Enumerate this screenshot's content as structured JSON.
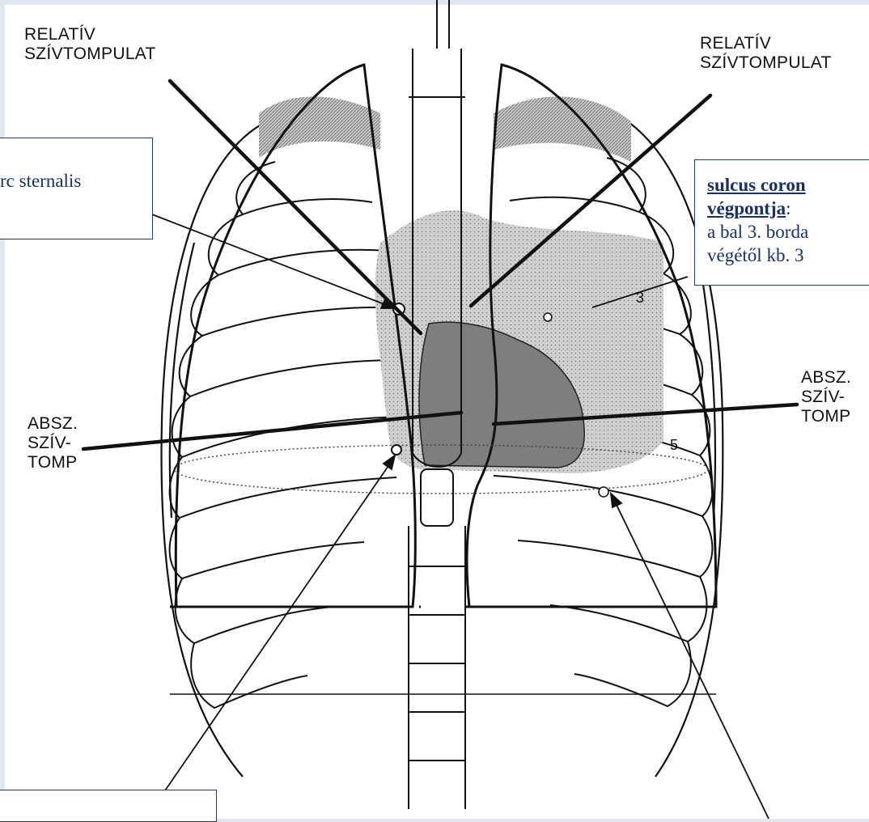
{
  "labels": {
    "relativ_left_1": "RELATÍV",
    "relativ_left_2": "SZÍVTOMPULAT",
    "relativ_right_1": "RELATÍV",
    "relativ_right_2": "SZÍVTOMPULAT",
    "absz_left_1": "ABSZ.",
    "absz_left_2": "SZÍV-",
    "absz_left_3": "TOMP",
    "absz_right_1": "ABSZ.",
    "absz_right_2": "SZÍV-",
    "absz_right_3": "TOMP"
  },
  "callouts": {
    "left_top_line1": "rc sternalis",
    "right_title_1": "sulcus coron",
    "right_title_2": "végpontja",
    "right_title_colon": ":",
    "right_line3": "a bal 3. borda",
    "right_line4": "végétől kb. 3"
  },
  "rib_numbers": {
    "three": "3",
    "five": "5"
  },
  "colors": {
    "background": "#dfe6f0",
    "callout_text": "#16306b",
    "callout_border": "#1f3a6d",
    "absolute_dullness": "#7e7e7e",
    "relative_dullness": "#c8c8c8",
    "line_art": "#111111"
  }
}
